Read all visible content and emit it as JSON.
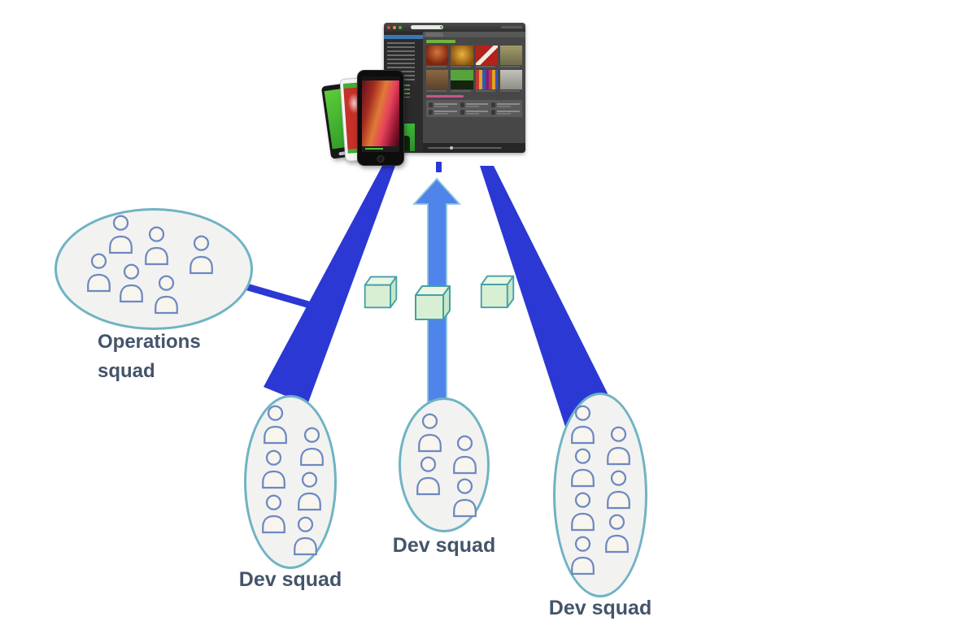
{
  "labels": {
    "operations_line1": "Operations",
    "operations_line2": "squad",
    "dev_left": "Dev squad",
    "dev_middle": "Dev squad",
    "dev_right": "Dev squad"
  },
  "squads": {
    "operations": {
      "members": 6
    },
    "dev_left": {
      "members": 6
    },
    "dev_middle": {
      "members": 4
    },
    "dev_right": {
      "members": 7
    }
  },
  "pipeline": {
    "cube_count": 3,
    "arrow_direction": "up"
  },
  "icons": {
    "person": "person-silhouette",
    "cube": "artifact-cube",
    "arrow": "up-arrow",
    "product": "music-app-screenshots"
  },
  "colors": {
    "beam": "#2b38d4",
    "arrow": "#4f84ea",
    "arrow_edge": "#8fc2dc",
    "cube_front": "#d9efd3",
    "cube_top": "#e9f7e3",
    "cube_side": "#c8e7c5",
    "cube_stroke": "#44a0a8",
    "ellipse_fill": "#f2f2f1",
    "ellipse_stroke": "#6fb3c4",
    "person_fill": "#f7f5ee",
    "person_stroke": "#6d88c2",
    "label": "#44546a",
    "app_green": "#3fb63a"
  }
}
